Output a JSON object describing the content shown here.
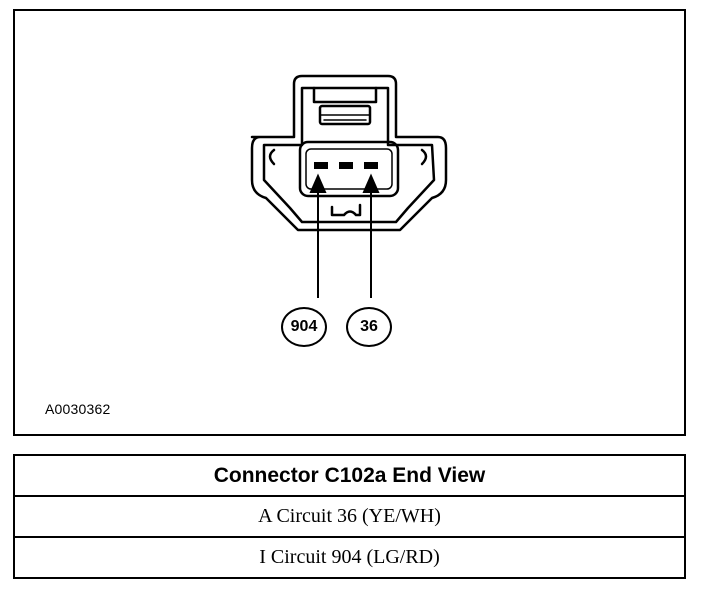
{
  "figure": {
    "id_label": "A0030362",
    "callouts": [
      {
        "label": "904"
      },
      {
        "label": "36"
      }
    ]
  },
  "legend": {
    "title": "Connector C102a End View",
    "rows": [
      "A Circuit 36 (YE/WH)",
      "I Circuit 904 (LG/RD)"
    ]
  }
}
